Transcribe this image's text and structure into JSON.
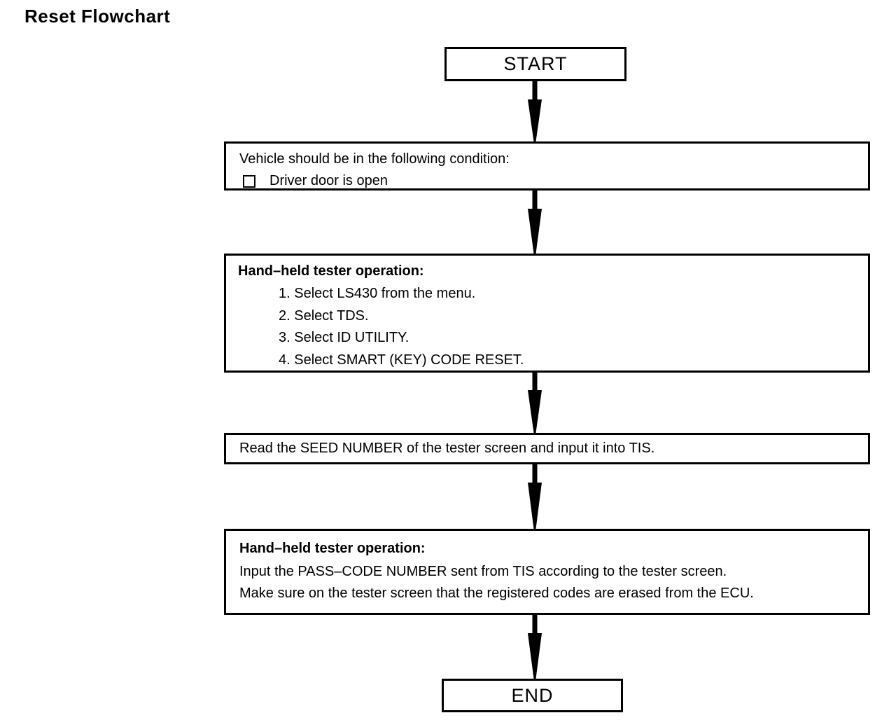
{
  "title": "Reset Flowchart",
  "flowchart": {
    "start_label": "START",
    "end_label": "END",
    "condition_box": {
      "heading": "Vehicle should be in the following condition:",
      "checkbox_item": "Driver door is open"
    },
    "tester_box_1": {
      "heading": "Hand–held tester operation:",
      "steps": [
        "1. Select LS430 from the menu.",
        "2. Select TDS.",
        "3. Select ID UTILITY.",
        "4. Select SMART (KEY) CODE RESET."
      ]
    },
    "seed_box": {
      "text": "Read the SEED NUMBER of the tester screen and input it into TIS."
    },
    "tester_box_2": {
      "heading": "Hand–held tester operation:",
      "lines": [
        "Input the PASS–CODE NUMBER sent from TIS according to the tester screen.",
        "Make sure on the tester screen that the registered codes are erased from the ECU."
      ]
    }
  },
  "colors": {
    "ink": "#000000",
    "background": "#ffffff"
  }
}
